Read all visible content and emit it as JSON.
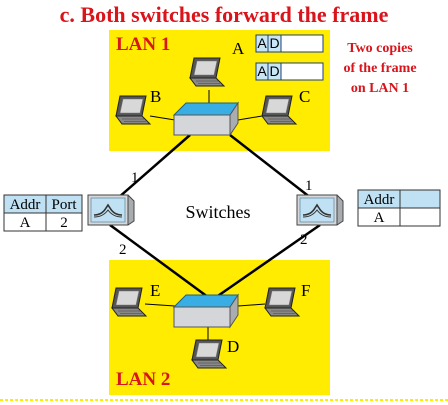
{
  "title": "c. Both switches forward the frame",
  "lan1_label": "LAN 1",
  "lan2_label": "LAN 2",
  "note_lines": [
    "Two copies",
    "of the frame",
    "on LAN 1"
  ],
  "switches_label": "Switches",
  "frames": [
    {
      "dest": "A",
      "src": "D",
      "data": ""
    },
    {
      "dest": "A",
      "src": "D",
      "data": ""
    }
  ],
  "hosts": {
    "A": "A",
    "B": "B",
    "C": "C",
    "D": "D",
    "E": "E",
    "F": "F"
  },
  "ports": {
    "left_upper": "1",
    "left_lower": "2",
    "right_upper": "1",
    "right_lower": "2"
  },
  "left_table": {
    "headers": [
      "Addr",
      "Port"
    ],
    "rows": [
      [
        "A",
        "2"
      ]
    ]
  },
  "right_table": {
    "headers": [
      "Addr",
      ""
    ],
    "rows": [
      [
        "A",
        ""
      ]
    ]
  },
  "colors": {
    "lan_bg": "#ffec00",
    "accent_red": "#d9141b",
    "switch_top": "#39aee5",
    "frame_fill": "#c8e6f5"
  }
}
